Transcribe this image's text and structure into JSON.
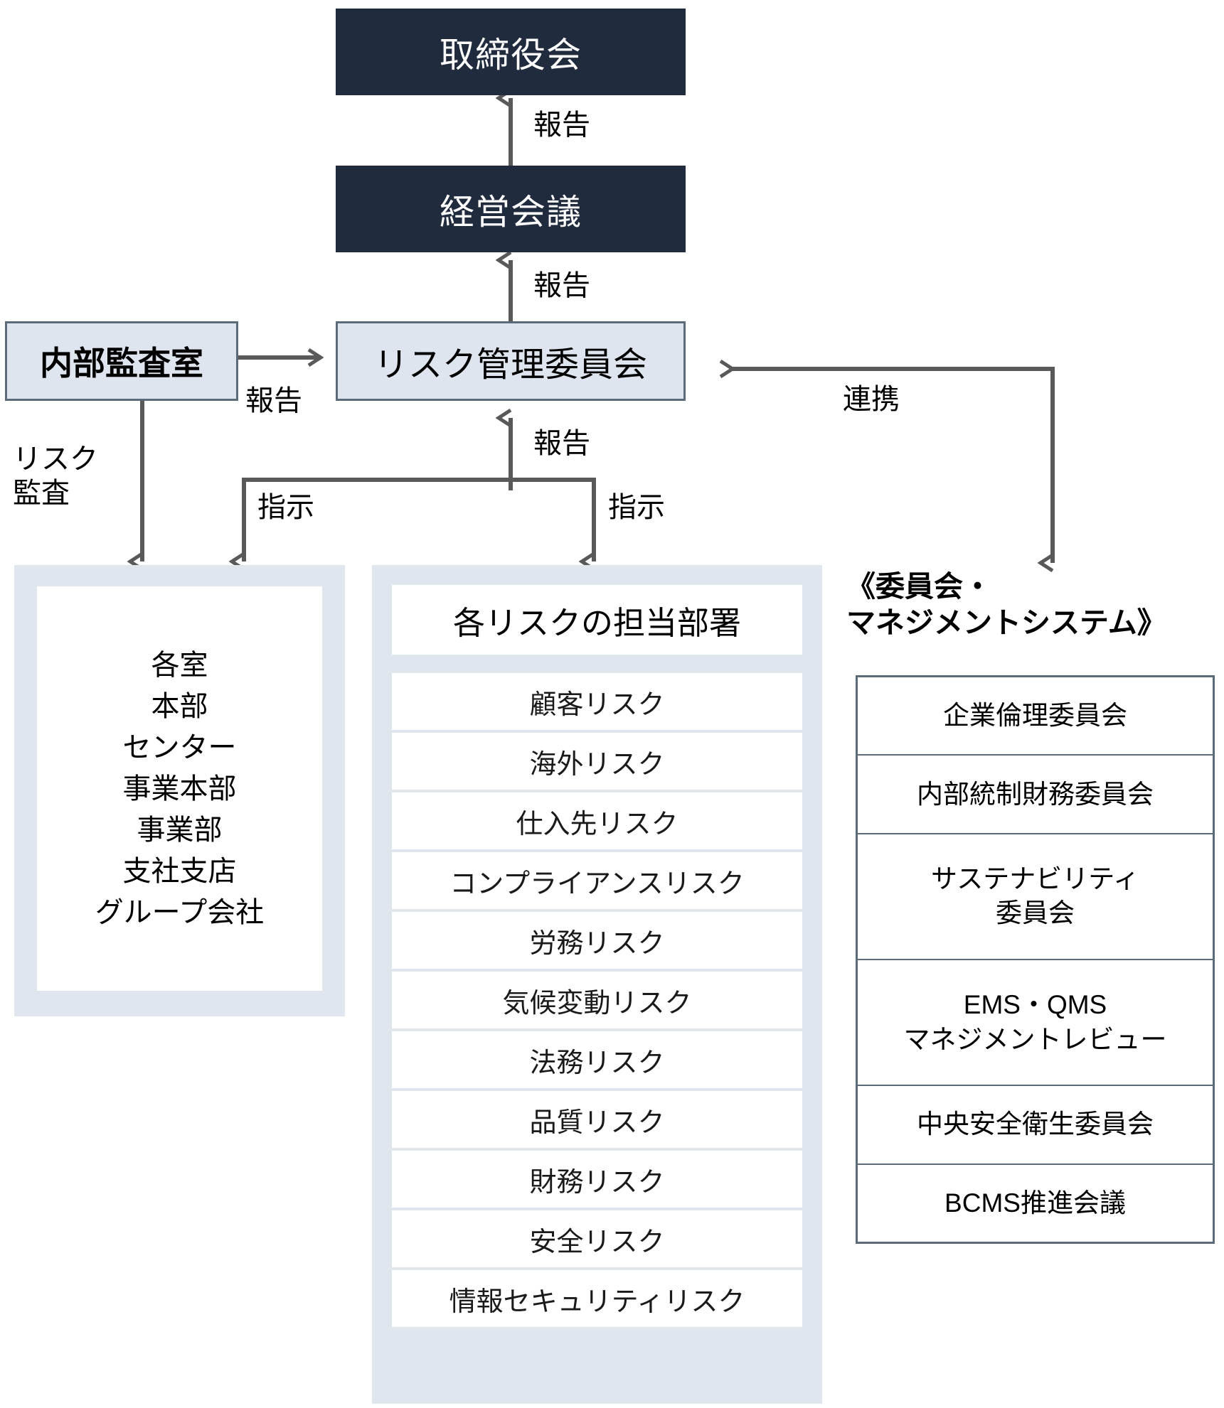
{
  "diagram": {
    "title_nodes": {
      "board": "取締役会",
      "management_meeting": "経営会議",
      "risk_committee": "リスク管理委員会",
      "internal_audit": "内部監査室"
    },
    "edge_labels": {
      "report_board": "報告",
      "report_mgmt": "報告",
      "report_audit_to_committee": "報告",
      "report_depts_to_committee": "報告",
      "risk_audit": "リスク\n監査",
      "instruct_left": "指示",
      "instruct_right": "指示",
      "coordination": "連携"
    },
    "org_panel": {
      "items": [
        "各室",
        "本部",
        "センター",
        "事業本部",
        "事業部",
        "支社支店",
        "グループ会社"
      ]
    },
    "risk_panel": {
      "header": "各リスクの担当部署",
      "items": [
        "顧客リスク",
        "海外リスク",
        "仕入先リスク",
        "コンプライアンスリスク",
        "労務リスク",
        "気候変動リスク",
        "法務リスク",
        "品質リスク",
        "財務リスク",
        "安全リスク",
        "情報セキュリティリスク"
      ]
    },
    "committee_panel": {
      "title": "《委員会・\nマネジメントシステム》",
      "items": [
        "企業倫理委員会",
        "内部統制財務委員会",
        "サステナビリティ\n委員会",
        "EMS・QMS\nマネジメントレビュー",
        "中央安全衛生委員会",
        "BCMS推進会議"
      ]
    },
    "colors": {
      "dark_box": "#212B3E",
      "light_box_fill": "#DEE5EE",
      "light_box_border": "#5C6B7A",
      "panel_fill": "#DFE6EE",
      "connector": "#595959",
      "row_fill": "#FFFFFF"
    }
  }
}
